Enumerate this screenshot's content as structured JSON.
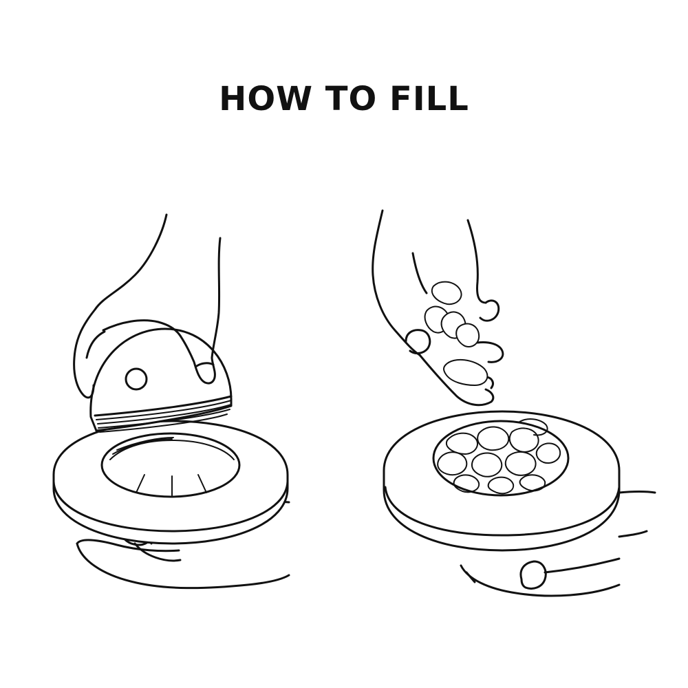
{
  "header": {
    "title": "HOW TO FILL"
  },
  "colors": {
    "ink": "#111111",
    "background": "#ffffff"
  },
  "steps": [
    {
      "icon": "lift-lid-illustration"
    },
    {
      "icon": "pour-contents-illustration"
    }
  ]
}
